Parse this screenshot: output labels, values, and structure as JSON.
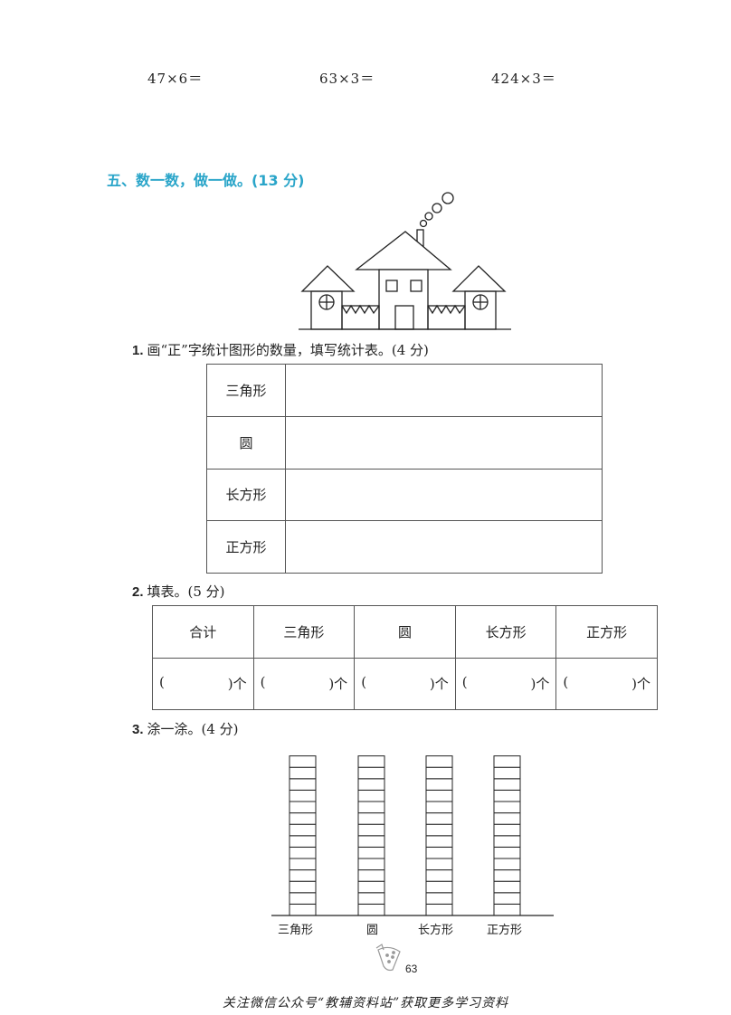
{
  "calculations": [
    "47×6＝",
    "63×3＝",
    "424×3＝"
  ],
  "section": {
    "title": "五、数一数，做一做。(13 分)"
  },
  "q1": {
    "num": "1.",
    "text": "画“正”字统计图形的数量，填写统计表。(4 分)"
  },
  "q2": {
    "num": "2.",
    "text": "填表。(5 分)"
  },
  "q3": {
    "num": "3.",
    "text": "涂一涂。(4 分)"
  },
  "shapes": [
    "三角形",
    "圆",
    "长方形",
    "正方形"
  ],
  "count_table": {
    "headers": [
      "合计",
      "三角形",
      "圆",
      "长方形",
      "正方形"
    ],
    "open": "(",
    "close": ")个"
  },
  "bar_chart": {
    "cells_per_column": 14
  },
  "page_number": "63",
  "footer": "关注微信公众号“教辅资料站”获取更多学习资料"
}
